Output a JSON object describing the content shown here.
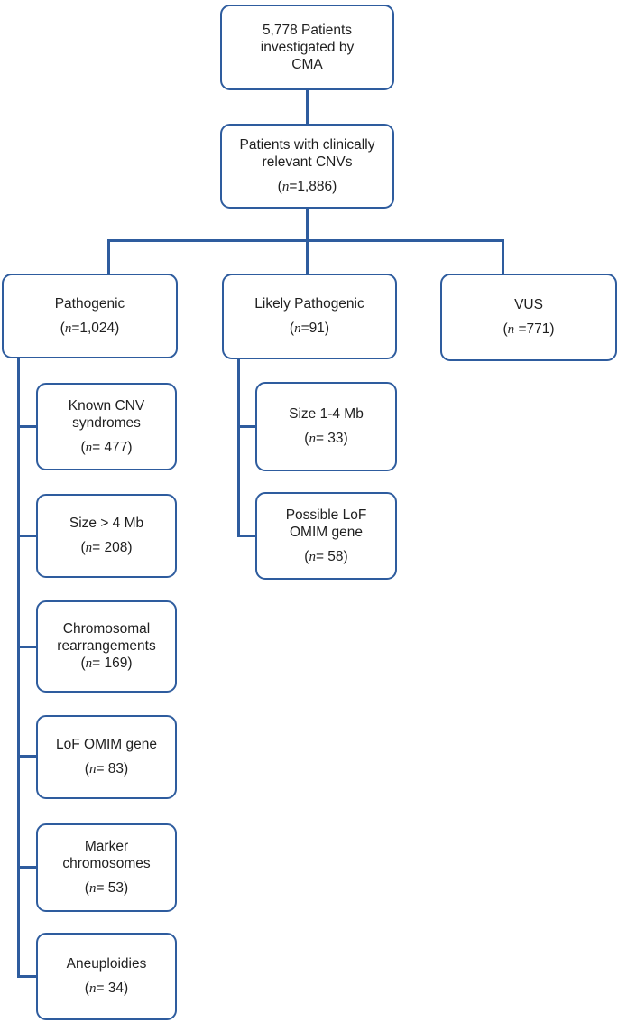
{
  "diagram": {
    "accent_color": "#2E5C9E",
    "text_color": "#1f1f1f",
    "nodes": {
      "total": {
        "lines": [
          "5,778 Patients",
          "investigated by",
          "CMA"
        ]
      },
      "relevant": {
        "lines": [
          "Patients with clinically",
          "relevant CNVs"
        ],
        "count": {
          "open": "(",
          "n": "n",
          "rest": "=1,886)"
        }
      },
      "pathogenic": {
        "lines": [
          "Pathogenic"
        ],
        "count": {
          "open": "(",
          "n": "n",
          "rest": "=1,024)"
        }
      },
      "likely_pathogenic": {
        "lines": [
          "Likely Pathogenic"
        ],
        "count": {
          "open": "(",
          "n": "n",
          "rest": "=91)"
        }
      },
      "vus": {
        "lines": [
          "VUS"
        ],
        "count": {
          "open": "(",
          "n": "n",
          "rest": " =771)"
        }
      },
      "known_cnv_syndromes": {
        "lines": [
          "Known CNV",
          "syndromes"
        ],
        "count": {
          "open": "(",
          "n": "n",
          "rest": "= 477)"
        }
      },
      "size_gt_4mb": {
        "lines": [
          "Size > 4 Mb"
        ],
        "count": {
          "open": "(",
          "n": "n",
          "rest": "= 208)"
        }
      },
      "chromosomal_rearrangements": {
        "lines": [
          "Chromosomal",
          "rearrangements"
        ],
        "count": {
          "open": "(",
          "n": "n",
          "rest": "= 169)"
        }
      },
      "lof_omim_gene": {
        "lines": [
          "LoF OMIM gene"
        ],
        "count": {
          "open": "(",
          "n": "n",
          "rest": "= 83)"
        }
      },
      "marker_chromosomes": {
        "lines": [
          "Marker",
          "chromosomes"
        ],
        "count": {
          "open": "(",
          "n": "n",
          "rest": "= 53)"
        }
      },
      "aneuploidies": {
        "lines": [
          "Aneuploidies"
        ],
        "count": {
          "open": "(",
          "n": "n",
          "rest": "= 34)"
        }
      },
      "size_1_4mb": {
        "lines": [
          "Size 1-4 Mb"
        ],
        "count": {
          "open": "(",
          "n": "n",
          "rest": "= 33)"
        }
      },
      "possible_lof_omim_gene": {
        "lines": [
          "Possible LoF",
          "OMIM gene"
        ],
        "count": {
          "open": "(",
          "n": "n",
          "rest": "= 58)"
        }
      }
    }
  }
}
